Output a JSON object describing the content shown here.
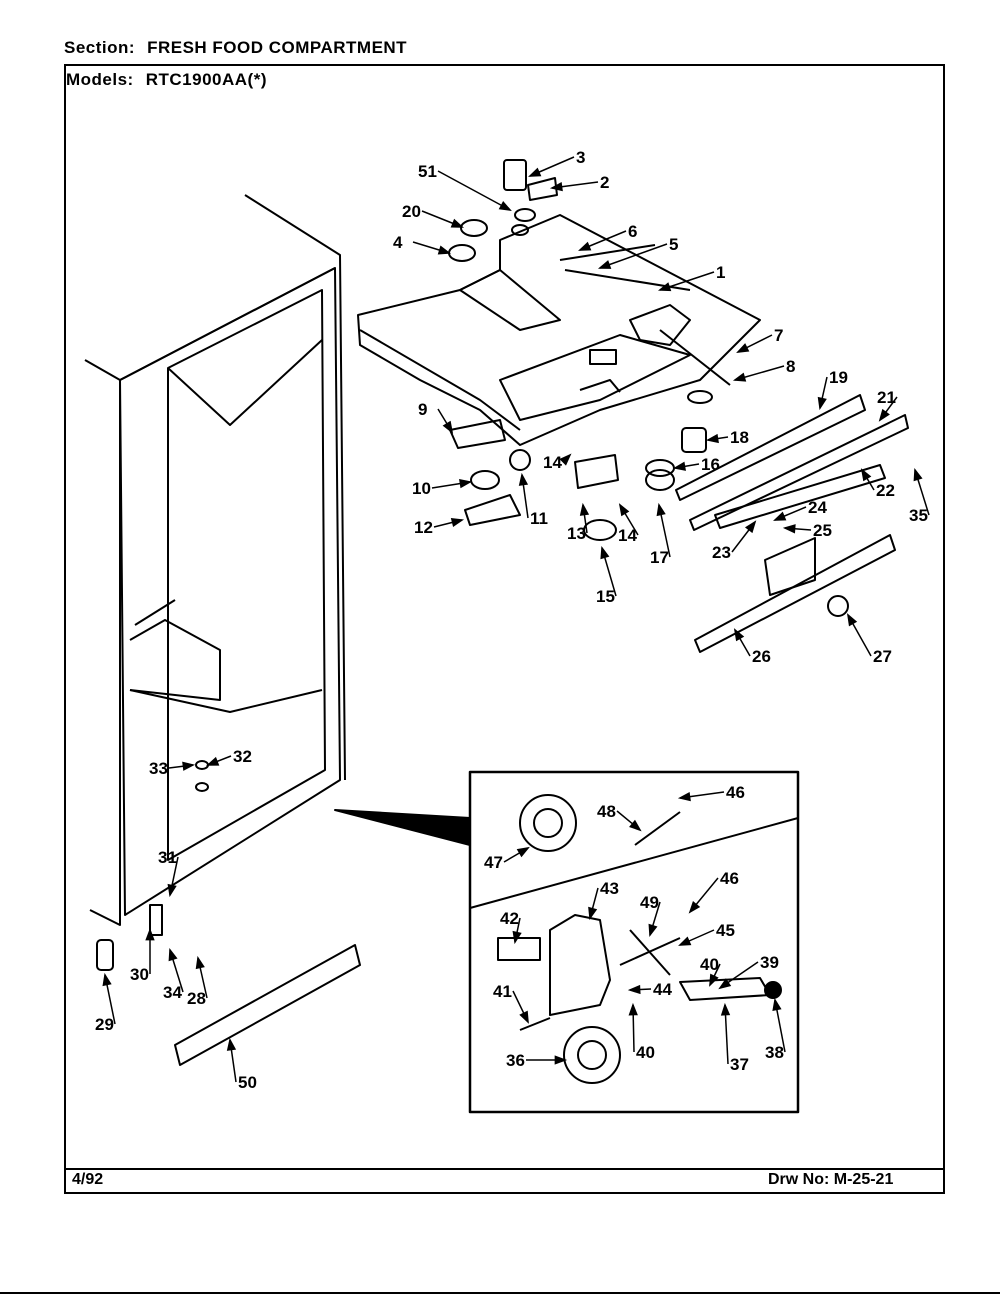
{
  "header": {
    "section_label": "Section:",
    "section_value": "FRESH FOOD COMPARTMENT",
    "models_label": "Models:",
    "models_value": "RTC1900AA(*)"
  },
  "footer": {
    "date": "4/92",
    "drawing_number": "Drw No: M-25-21"
  },
  "callouts": [
    "51",
    "3",
    "2",
    "20",
    "6",
    "4",
    "5",
    "1",
    "7",
    "8",
    "9",
    "19",
    "21",
    "18",
    "14",
    "16",
    "10",
    "11",
    "22",
    "35",
    "24",
    "12",
    "13",
    "14b",
    "17",
    "25",
    "23",
    "15",
    "26",
    "27",
    "33",
    "32",
    "48",
    "46",
    "47",
    "31",
    "43",
    "46b",
    "49",
    "42",
    "45",
    "40",
    "39",
    "30",
    "34",
    "28",
    "29",
    "44",
    "41",
    "40b",
    "38",
    "37",
    "36",
    "50"
  ],
  "callout_text": {
    "51": "51",
    "3": "3",
    "2": "2",
    "20": "20",
    "6": "6",
    "4": "4",
    "5": "5",
    "1": "1",
    "7": "7",
    "8": "8",
    "9": "9",
    "19": "19",
    "21": "21",
    "18": "18",
    "14": "14",
    "16": "16",
    "10": "10",
    "11": "11",
    "22": "22",
    "35": "35",
    "24": "24",
    "12": "12",
    "13": "13",
    "14b": "14",
    "17": "17",
    "25": "25",
    "23": "23",
    "15": "15",
    "26": "26",
    "27": "27",
    "33": "33",
    "32": "32",
    "48": "48",
    "46": "46",
    "47": "47",
    "31": "31",
    "43": "43",
    "46b": "46",
    "49": "49",
    "42": "42",
    "45": "45",
    "40": "40",
    "39": "39",
    "30": "30",
    "34": "34",
    "28": "28",
    "29": "29",
    "44": "44",
    "41": "41",
    "40b": "40",
    "38": "38",
    "37": "37",
    "36": "36",
    "50": "50"
  }
}
